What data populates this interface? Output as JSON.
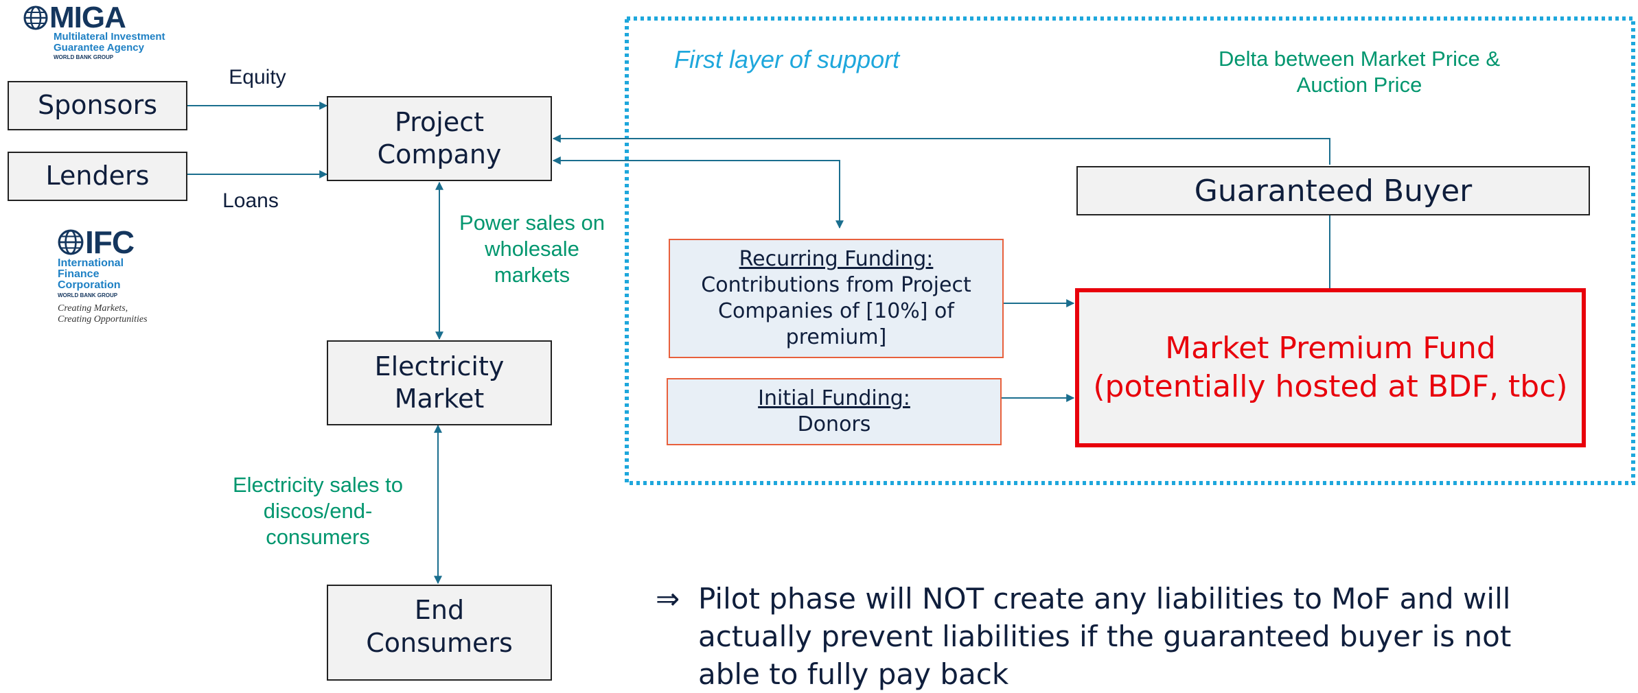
{
  "miga": {
    "wordmark": "MIGA",
    "line1": "Multilateral Investment",
    "line2": "Guarantee Agency",
    "group": "WORLD BANK GROUP"
  },
  "ifc": {
    "wordmark": "IFC",
    "line1": "International",
    "line2": "Finance",
    "line3": "Corporation",
    "group": "WORLD BANK GROUP",
    "tagline1": "Creating Markets,",
    "tagline2": "Creating Opportunities"
  },
  "nodes": {
    "sponsors": "Sponsors",
    "lenders": "Lenders",
    "project_company_1": "Project",
    "project_company_2": "Company",
    "electricity_market_1": "Electricity",
    "electricity_market_2": "Market",
    "end_consumers_1": "End",
    "end_consumers_2": "Consumers",
    "guaranteed_buyer": "Guaranteed Buyer",
    "market_premium_1": "Market Premium Fund",
    "market_premium_2": "(potentially hosted at BDF, tbc)"
  },
  "edges": {
    "equity": "Equity",
    "loans": "Loans",
    "power_sales_1": "Power sales on",
    "power_sales_2": "wholesale",
    "power_sales_3": "markets",
    "electricity_sales_1": "Electricity sales to",
    "electricity_sales_2": "discos/end-",
    "electricity_sales_3": "consumers",
    "delta_1": "Delta between Market Price &",
    "delta_2": "Auction Price"
  },
  "support": {
    "title": "First layer of support"
  },
  "funding": {
    "recurring_title": "Recurring Funding:",
    "recurring_1": "Contributions from Project",
    "recurring_2": "Companies of [10%] of",
    "recurring_3": "premium]",
    "initial_title": "Initial Funding:",
    "initial_1": "Donors"
  },
  "note": {
    "arrow": "⇒",
    "line1": "Pilot phase will NOT create any liabilities to MoF and will",
    "line2": "actually prevent liabilities if the guaranteed buyer is not",
    "line3": "able to fully pay back"
  },
  "colors": {
    "dark_navy": "#0f1e3c",
    "arrow_teal": "#1a6e8e",
    "label_green": "#00966e",
    "support_blue": "#1ea7dc",
    "fund_red": "#e8000b",
    "funding_border": "#e8603c"
  }
}
